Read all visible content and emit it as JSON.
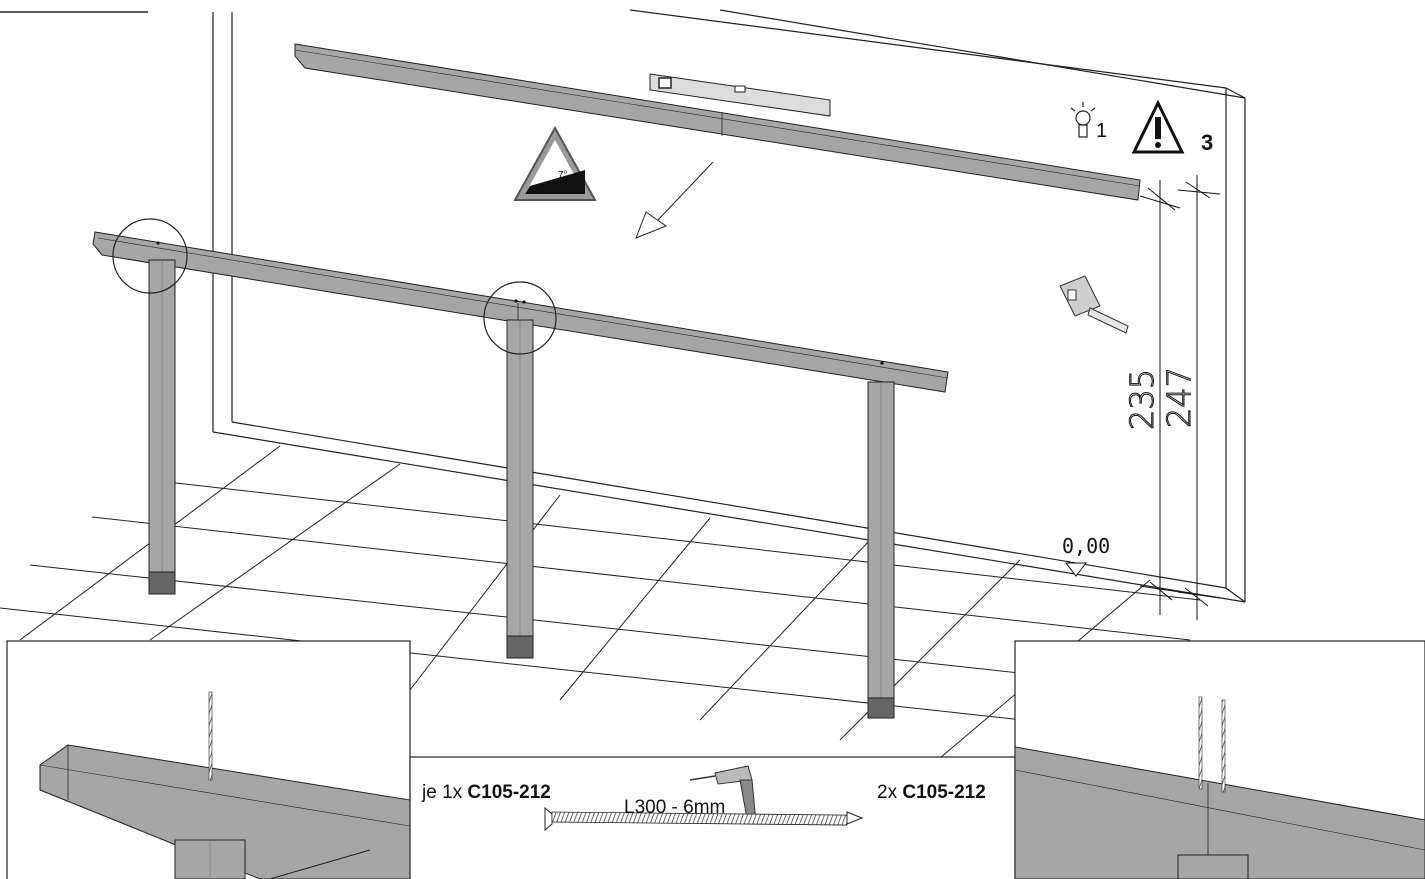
{
  "step": {
    "hint_number": "1",
    "warning_number": "3"
  },
  "dimensions": {
    "height_inner": "235",
    "height_outer": "247",
    "floor_level": "0,00",
    "slope": "7°"
  },
  "parts": {
    "left": {
      "prefix": "je 1x ",
      "code": "C105-212"
    },
    "right": {
      "prefix": "2x ",
      "code": "C105-212"
    },
    "screw_spec": "L300 - 6mm"
  },
  "icons": {
    "hint": "lightbulb-icon",
    "warning": "warning-triangle-icon",
    "slope": "slope-7-degree-icon",
    "measure": "tape-measure-icon",
    "drill": "drill-icon",
    "level": "spirit-level-icon"
  },
  "colors": {
    "beam": "#a6a6a6",
    "beam_dark": "#8a8a8a",
    "beam_top": "#b8b8b8",
    "line": "#222222"
  }
}
